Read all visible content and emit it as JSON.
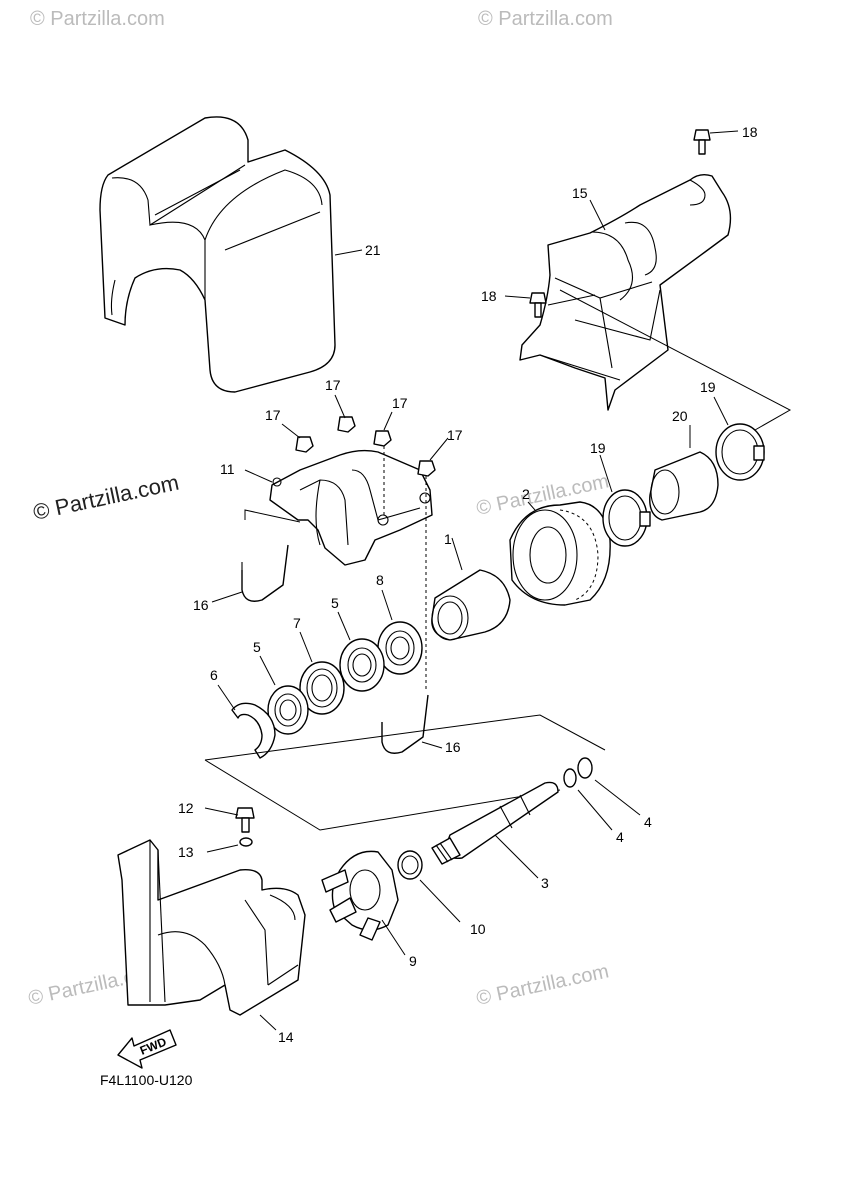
{
  "diagram_code": "F4L1100-U120",
  "fwd_label": "FWD",
  "watermarks": {
    "main": "© Partzilla.com",
    "faint": "© Partzilla.com"
  },
  "callouts": {
    "p1": "1",
    "p2": "2",
    "p3": "3",
    "p4a": "4",
    "p4b": "4",
    "p5a": "5",
    "p5b": "5",
    "p6": "6",
    "p7": "7",
    "p8": "8",
    "p9": "9",
    "p10": "10",
    "p11": "11",
    "p12": "12",
    "p13": "13",
    "p14": "14",
    "p15": "15",
    "p16a": "16",
    "p16b": "16",
    "p17a": "17",
    "p17b": "17",
    "p17c": "17",
    "p17d": "17",
    "p18a": "18",
    "p18b": "18",
    "p19a": "19",
    "p19b": "19",
    "p20": "20",
    "p21": "21"
  }
}
